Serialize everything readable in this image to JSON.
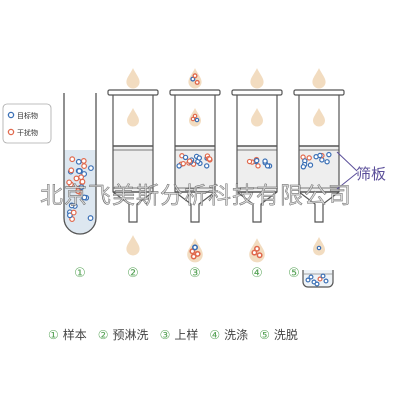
{
  "legend": {
    "target_label": "目标物",
    "interferent_label": "干扰物",
    "target_color": "#3a6fb5",
    "interferent_color": "#e0694d"
  },
  "plate_label": "筛板",
  "watermark": "北京飞美斯分析科技有限公司",
  "step_numbers": [
    "①",
    "②",
    "③",
    "④",
    "⑤"
  ],
  "step_names": [
    {
      "num": "①",
      "name": "样本"
    },
    {
      "num": "②",
      "name": "预淋洗"
    },
    {
      "num": "③",
      "name": "上样"
    },
    {
      "num": "④",
      "name": "洗涤"
    },
    {
      "num": "⑤",
      "name": "洗脱"
    }
  ],
  "colors": {
    "droplet": "#f2dcc0",
    "tube_outline": "#555555",
    "sample_liquid": "#dde7f0",
    "sorbent": "#eeeeee",
    "step_number": "#5aa55a",
    "plate_label": "#5b4f9a"
  }
}
